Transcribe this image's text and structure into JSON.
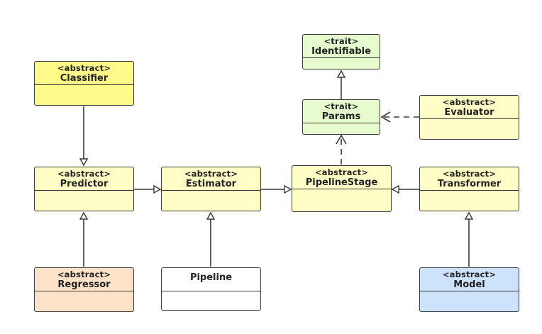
{
  "nodes": {
    "classifier": {
      "stereotype": "<abstract>",
      "name": "Classifier"
    },
    "predictor": {
      "stereotype": "<abstract>",
      "name": "Predictor"
    },
    "estimator": {
      "stereotype": "<abstract>",
      "name": "Estimator"
    },
    "pipeline_stage": {
      "stereotype": "<abstract>",
      "name": "PipelineStage"
    },
    "transformer": {
      "stereotype": "<abstract>",
      "name": "Transformer"
    },
    "identifiable": {
      "stereotype": "<trait>",
      "name": "Identifiable"
    },
    "params": {
      "stereotype": "<trait>",
      "name": "Params"
    },
    "evaluator": {
      "stereotype": "<abstract>",
      "name": "Evaluator"
    },
    "regressor": {
      "stereotype": "<abstract>",
      "name": "Regressor"
    },
    "pipeline": {
      "name": "Pipeline"
    },
    "model": {
      "stereotype": "<abstract>",
      "name": "Model"
    }
  },
  "colors": {
    "abstract_fill": "#fffec6",
    "classifier_fill": "#fffb8a",
    "trait_fill": "#e6fccf",
    "regressor_fill": "#ffe3c8",
    "model_fill": "#cde3fb",
    "pipeline_fill": "#ffffff",
    "line": "#3a3a3a"
  }
}
